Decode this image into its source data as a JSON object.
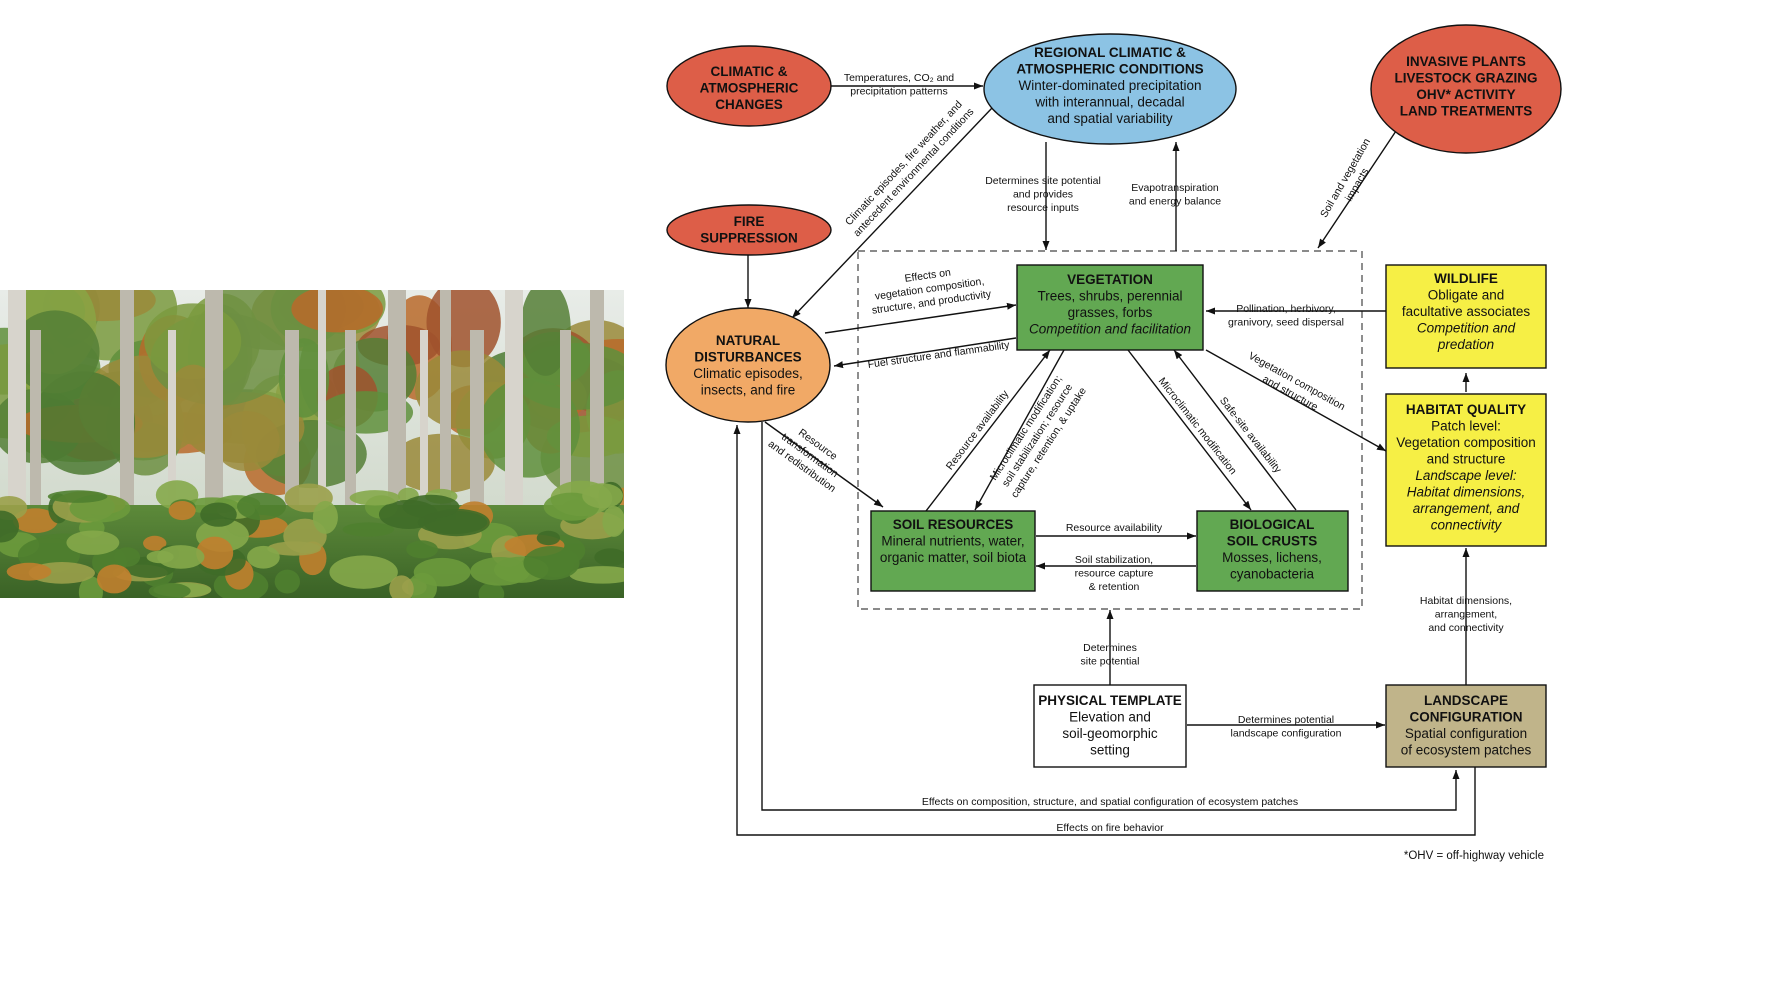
{
  "colors": {
    "driver_red": "#dd5e48",
    "regional_blue": "#8cc3e4",
    "disturbance_orange": "#f1a966",
    "ecosystem_green": "#62a852",
    "wildlife_yellow": "#f6ef45",
    "landscape_tan": "#c0b48a",
    "physical_white": "#ffffff"
  },
  "nodes": {
    "climatic_changes": {
      "title": [
        "CLIMATIC &",
        "ATMOSPHERIC",
        "CHANGES"
      ]
    },
    "regional": {
      "title": [
        "REGIONAL CLIMATIC &",
        "ATMOSPHERIC CONDITIONS"
      ],
      "body": [
        "Winter-dominated precipitation",
        "with interannual, decadal",
        "and spatial variability"
      ]
    },
    "invasive": {
      "title": [
        "INVASIVE PLANTS",
        "LIVESTOCK GRAZING",
        "OHV* ACTIVITY",
        "LAND TREATMENTS"
      ]
    },
    "fire_suppression": {
      "title": [
        "FIRE",
        "SUPPRESSION"
      ]
    },
    "natural_disturbances": {
      "title": [
        "NATURAL",
        "DISTURBANCES"
      ],
      "body": [
        "Climatic episodes,",
        "insects, and fire"
      ]
    },
    "vegetation": {
      "title": [
        "VEGETATION"
      ],
      "body": [
        "Trees, shrubs, perennial",
        "grasses, forbs"
      ],
      "italic": [
        "Competition and facilitation"
      ]
    },
    "wildlife": {
      "title": [
        "WILDLIFE"
      ],
      "body": [
        "Obligate and",
        "facultative associates"
      ],
      "italic": [
        "Competition and",
        "predation"
      ]
    },
    "habitat_quality": {
      "title": [
        "HABITAT QUALITY"
      ],
      "body": [
        "Patch level:",
        "Vegetation composition",
        "and structure"
      ],
      "italic": [
        "Landscape level:",
        "Habitat dimensions,",
        "arrangement, and",
        "connectivity"
      ]
    },
    "soil_resources": {
      "title": [
        "SOIL RESOURCES"
      ],
      "body": [
        "Mineral nutrients, water,",
        "organic matter, soil biota"
      ]
    },
    "biological_crusts": {
      "title": [
        "BIOLOGICAL",
        "SOIL CRUSTS"
      ],
      "body": [
        "Mosses, lichens,",
        "cyanobacteria"
      ]
    },
    "physical_template": {
      "title": [
        "PHYSICAL TEMPLATE"
      ],
      "body": [
        "Elevation and",
        "soil-geomorphic",
        "setting"
      ]
    },
    "landscape_config": {
      "title": [
        "LANDSCAPE",
        "CONFIGURATION"
      ],
      "body": [
        "Spatial configuration",
        "of ecosystem patches"
      ]
    }
  },
  "edge_labels": {
    "temps": [
      "Temperatures, CO₂ and",
      "precipitation patterns"
    ],
    "site_potential": [
      "Determines site potential",
      "and provides",
      "resource inputs"
    ],
    "evapo": [
      "Evapotranspiration",
      "and energy balance"
    ],
    "soil_veg_impacts": [
      "Soil and vegetation",
      "impacts"
    ],
    "climatic_episodes": [
      "Climatic episodes, fire weather, and",
      "antecedent environmental conditions"
    ],
    "effects_on_veg": [
      "Effects on",
      "vegetation composition,",
      "structure, and productivity"
    ],
    "fuel": [
      "Fuel structure and flammability"
    ],
    "pollination": [
      "Pollination, herbivory,",
      "granivory, seed dispersal"
    ],
    "veg_comp_structure": [
      "Vegetation composition",
      "and structure"
    ],
    "resource_avail_up": [
      "Resource availability"
    ],
    "microclimatic_soil": [
      "Microclimatic modification;",
      "soil stabilization; resource",
      "capture, retention, & uptake"
    ],
    "microclimatic_mod": [
      "Microclimatic modification"
    ],
    "safe_site": [
      "Safe-site availability"
    ],
    "resource_transform": [
      "Resource",
      "transformation",
      "and redistribution"
    ],
    "resource_avail_h": [
      "Resource availability"
    ],
    "soil_stab": [
      "Soil stabilization,",
      "resource capture",
      "& retention"
    ],
    "determines_site": [
      "Determines",
      "site potential"
    ],
    "determines_landscape": [
      "Determines potential",
      "landscape configuration"
    ],
    "habitat_dims": [
      "Habitat dimensions,",
      "arrangement,",
      "and connectivity"
    ],
    "effects_composition": [
      "Effects on composition, structure, and spatial configuration of ecosystem patches"
    ],
    "effects_fire": [
      "Effects on fire behavior"
    ]
  },
  "footnote": "*OHV = off-highway vehicle",
  "photo": {
    "icon": "forest-photo"
  }
}
